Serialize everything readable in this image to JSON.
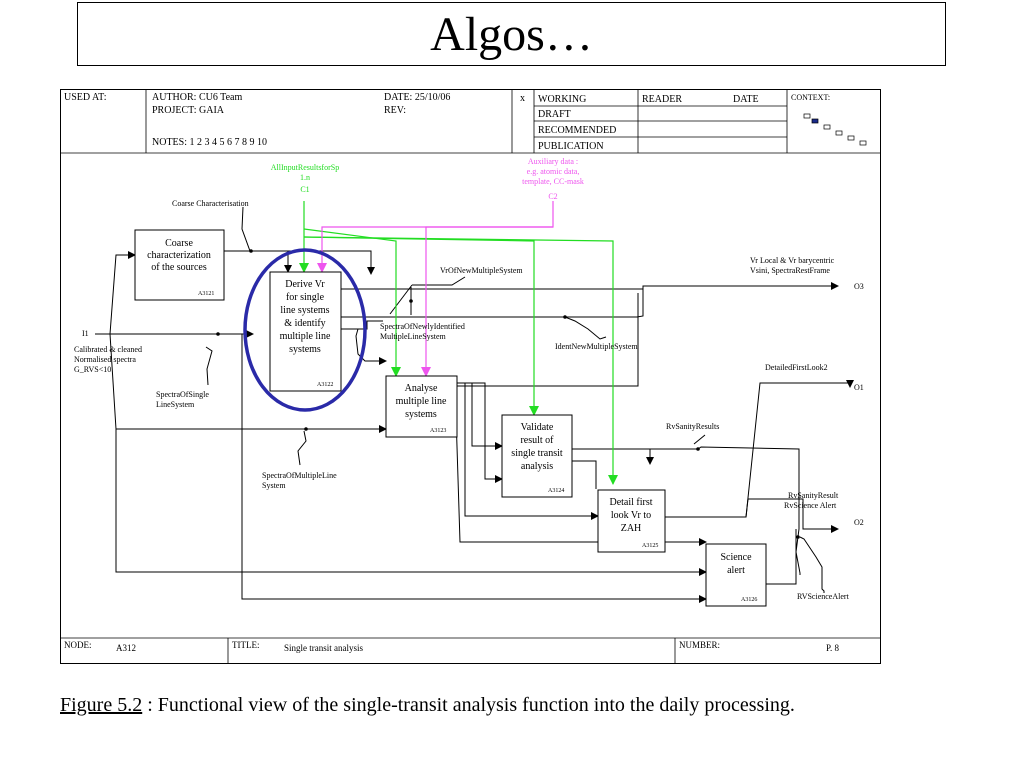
{
  "slide": {
    "title": "Algos…"
  },
  "caption": {
    "label": "Figure 5.2",
    "text": " : Functional view of the single-transit analysis function into the daily processing."
  },
  "colors": {
    "control_green": "#22dd22",
    "control_magenta": "#ee55ee",
    "highlight_blue": "#2a2aa8"
  },
  "header": {
    "used_at": "USED AT:",
    "author": "AUTHOR:  CU6 Team",
    "project": "PROJECT:  GAIA",
    "notes": "NOTES:  1  2  3  4  5  6  7  8  9  10",
    "date": "DATE:  25/10/06",
    "rev": "REV:",
    "x_mark": "x",
    "status": [
      "WORKING",
      "DRAFT",
      "RECOMMENDED",
      "PUBLICATION"
    ],
    "reader": "READER",
    "date2": "DATE",
    "context": "CONTEXT:"
  },
  "footer": {
    "node_label": "NODE:",
    "node": "A312",
    "title_label": "TITLE:",
    "title": "Single transit analysis",
    "number_label": "NUMBER:",
    "page": "P. 8"
  },
  "boxes": {
    "coarse": {
      "lines": [
        "Coarse",
        "characterization",
        "of the sources"
      ],
      "id": "A3121"
    },
    "derive": {
      "lines": [
        "Derive Vr",
        "for single",
        "line systems",
        "& identify",
        "multiple line",
        "systems"
      ],
      "id": "A3122"
    },
    "analyse": {
      "lines": [
        "Analyse",
        "multiple line",
        "systems"
      ],
      "id": "A3123"
    },
    "validate": {
      "lines": [
        "Validate",
        "result of",
        "single transit",
        "analysis"
      ],
      "id": "A3124"
    },
    "detail": {
      "lines": [
        "Detail first",
        "look Vr to",
        "ZAH"
      ],
      "id": "A3125"
    },
    "science": {
      "lines": [
        "Science",
        "alert"
      ],
      "id": "A3126"
    }
  },
  "labels": {
    "c1": [
      "AllInputResultsforSp",
      "1.n",
      "C1"
    ],
    "c2": [
      "Auxiliary data :",
      "e.g. atomic data,",
      "template, CC-mask",
      "C2"
    ],
    "coarse_char": "Coarse Characterisation",
    "vr_new_multi": "VrOfNewMultipleSystem",
    "o3": [
      "Vr Local & Vr barycentric",
      "Vsini, SpectraRestFrame"
    ],
    "o3_tag": "O3",
    "spectra_newly": [
      "SpectraOfNewlyIdentified",
      "MultipleLineSystem"
    ],
    "ident_new": "IdentNewMultipleSystem",
    "i1": "I1",
    "i1_desc": [
      "Calibrated & cleaned",
      "Normalised spectra",
      "G_RVS<10"
    ],
    "spectra_single": [
      "SpectraOfSingle",
      "LineSystem"
    ],
    "detailed_first": "DetailedFirstLook2",
    "o1_tag": "O1",
    "rv_sanity": "RvSanityResults",
    "spectra_multiple": [
      "SpectraOfMultipleLine",
      "System"
    ],
    "o2_desc": [
      "RvSanityResult",
      "RvScience Alert"
    ],
    "o2_tag": "O2",
    "rv_sci_alert": "RVScienceAlert"
  }
}
